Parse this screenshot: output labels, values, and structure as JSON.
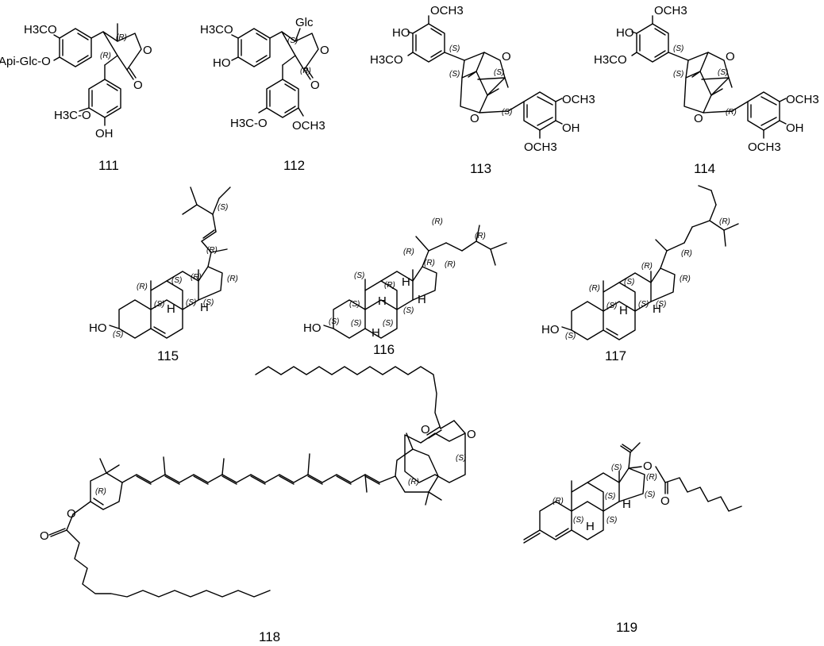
{
  "compounds": [
    {
      "number": "111",
      "labels": [
        "H3CO",
        "Api-Glc-O",
        "H3C-O",
        "OH",
        "O",
        "O"
      ],
      "stereo": [
        "(R)",
        "(R)"
      ]
    },
    {
      "number": "112",
      "labels": [
        "H3CO",
        "HO",
        "Glc",
        "O",
        "O",
        "H3C-O",
        "OCH3"
      ],
      "stereo": [
        "(S)",
        "(R)"
      ]
    },
    {
      "number": "113",
      "labels": [
        "OCH3",
        "HO",
        "H3CO",
        "O",
        "O",
        "OCH3",
        "OH",
        "OCH3"
      ],
      "stereo": [
        "(S)",
        "(S)",
        "(S)",
        "(S)"
      ]
    },
    {
      "number": "114",
      "labels": [
        "OCH3",
        "HO",
        "H3CO",
        "O",
        "O",
        "OCH3",
        "OH",
        "OCH3"
      ],
      "stereo": [
        "(S)",
        "(S)",
        "(S)",
        "(R)"
      ]
    },
    {
      "number": "115",
      "labels": [
        "HO",
        "H",
        "H"
      ],
      "stereo": [
        "(S)",
        "(R)",
        "(R)",
        "(R)",
        "(S)",
        "(R)",
        "(S)",
        "(S)",
        "(S)",
        "(S)"
      ]
    },
    {
      "number": "116",
      "labels": [
        "HO",
        "H",
        "H",
        "H",
        "H"
      ],
      "stereo": [
        "(R)",
        "(R)",
        "(R)",
        "(R)",
        "(R)",
        "(S)",
        "(S)",
        "(R)",
        "(S)",
        "(S)",
        "(S)",
        "(S)"
      ]
    },
    {
      "number": "117",
      "labels": [
        "HO",
        "H",
        "H"
      ],
      "stereo": [
        "(R)",
        "(R)",
        "(R)",
        "(R)",
        "(S)",
        "(R)",
        "(S)",
        "(S)",
        "(S)",
        "(S)"
      ]
    },
    {
      "number": "118",
      "labels": [
        "O",
        "O",
        "O",
        "O"
      ],
      "stereo": [
        "(R)",
        "(R)",
        "(S)"
      ]
    },
    {
      "number": "119",
      "labels": [
        "O",
        "O",
        "H",
        "H"
      ],
      "stereo": [
        "(R)",
        "(S)",
        "(S)",
        "(R)",
        "(S)",
        "(S)",
        "(S)"
      ]
    }
  ],
  "colors": {
    "ink": "#000000",
    "background": "#ffffff"
  }
}
